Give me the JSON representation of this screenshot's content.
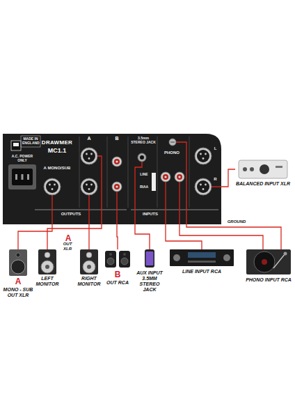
{
  "diagram": {
    "nodes": [
      {
        "text": [
          "DRAWMER",
          "MC1.1"
        ]
      },
      {
        "text": [
          "BALANCED INPUT XLR"
        ]
      },
      {
        "text": [
          "A",
          "MONO - SUB OUT XLR"
        ]
      },
      {
        "text": [
          "LEFT MONITOR"
        ]
      },
      {
        "text": [
          "RIGHT MONITOR"
        ]
      },
      {
        "text": [
          "B",
          "OUT RCA"
        ]
      },
      {
        "text": [
          "AUX INPUT 3.5MM STEREO JACK"
        ]
      },
      {
        "text": [
          "LINE INPUT RCA"
        ]
      },
      {
        "text": [
          "PHONO INPUT RCA"
        ]
      }
    ],
    "edges": [
      {
        "from": 0,
        "to": 1,
        "arrow": "none"
      },
      {
        "from": 0,
        "to": 2,
        "arrow": "none"
      },
      {
        "from": 0,
        "to": 3,
        "arrow": "none"
      },
      {
        "from": 0,
        "to": 4,
        "arrow": "none"
      },
      {
        "from": 0,
        "to": 5,
        "arrow": "none"
      },
      {
        "from": 0,
        "to": 6,
        "arrow": "none"
      },
      {
        "from": 0,
        "to": 7,
        "arrow": "none"
      },
      {
        "from": 0,
        "to": 8,
        "arrow": "none"
      },
      {
        "from": 0,
        "to": 8,
        "label": "GROUND",
        "arrow": "none"
      }
    ],
    "labels": [
      "MADE IN ENGLAND",
      "A.C. POWER ONLY",
      "A MONO/SUB",
      "A",
      "B",
      "3.5mm STEREO JACK",
      "LINE",
      "RIAA",
      "PHONO",
      "L",
      "R",
      "OUTPUTS",
      "INPUTS",
      "A",
      "OUT XLR"
    ]
  }
}
